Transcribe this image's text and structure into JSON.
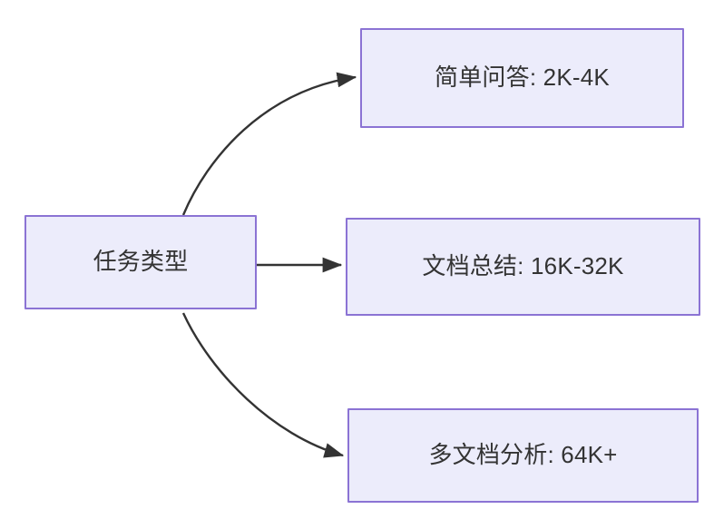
{
  "diagram": {
    "type": "flowchart",
    "direction": "left-to-right",
    "background_color": "#ffffff",
    "node_fill_color": "#ececfb",
    "node_border_color": "#8b73d4",
    "node_text_color": "#333333",
    "edge_color": "#333333",
    "nodes": [
      {
        "id": "root",
        "label": "任务类型"
      },
      {
        "id": "simple_qa",
        "label": "简单问答: 2K-4K"
      },
      {
        "id": "doc_summary",
        "label": "文档总结: 16K-32K"
      },
      {
        "id": "multidoc",
        "label": "多文档分析: 64K+"
      }
    ],
    "edges": [
      {
        "from": "root",
        "to": "simple_qa",
        "style": "curved",
        "arrow": "arrowhead-icon"
      },
      {
        "from": "root",
        "to": "doc_summary",
        "style": "straight",
        "arrow": "arrowhead-icon"
      },
      {
        "from": "root",
        "to": "multidoc",
        "style": "curved",
        "arrow": "arrowhead-icon"
      }
    ]
  }
}
